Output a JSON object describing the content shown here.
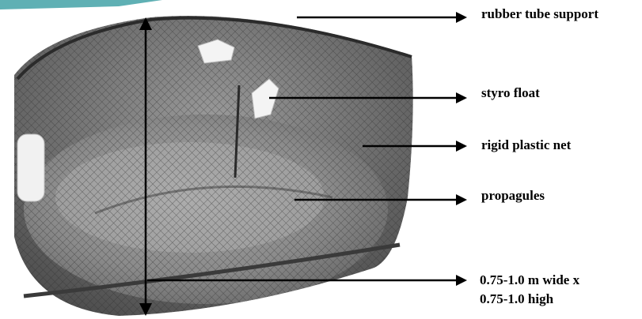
{
  "figure": {
    "subject": "net-cage-photo",
    "labels": {
      "rubber_tube_support": "rubber tube support",
      "styro_float": "styro float",
      "rigid_plastic_net": "rigid plastic net",
      "propagules": "propagules",
      "dimensions_line1": "0.75-1.0 m wide x",
      "dimensions_line2": "0.75-1.0 high"
    },
    "colors": {
      "text": "#000000",
      "arrow": "#000000",
      "net": "#3a3a3a",
      "rim": "#2b2b2b",
      "propagule_mass": "#8c8c8c",
      "float": "#f4f4f4",
      "teal_corner": "#5fb0b4"
    }
  }
}
